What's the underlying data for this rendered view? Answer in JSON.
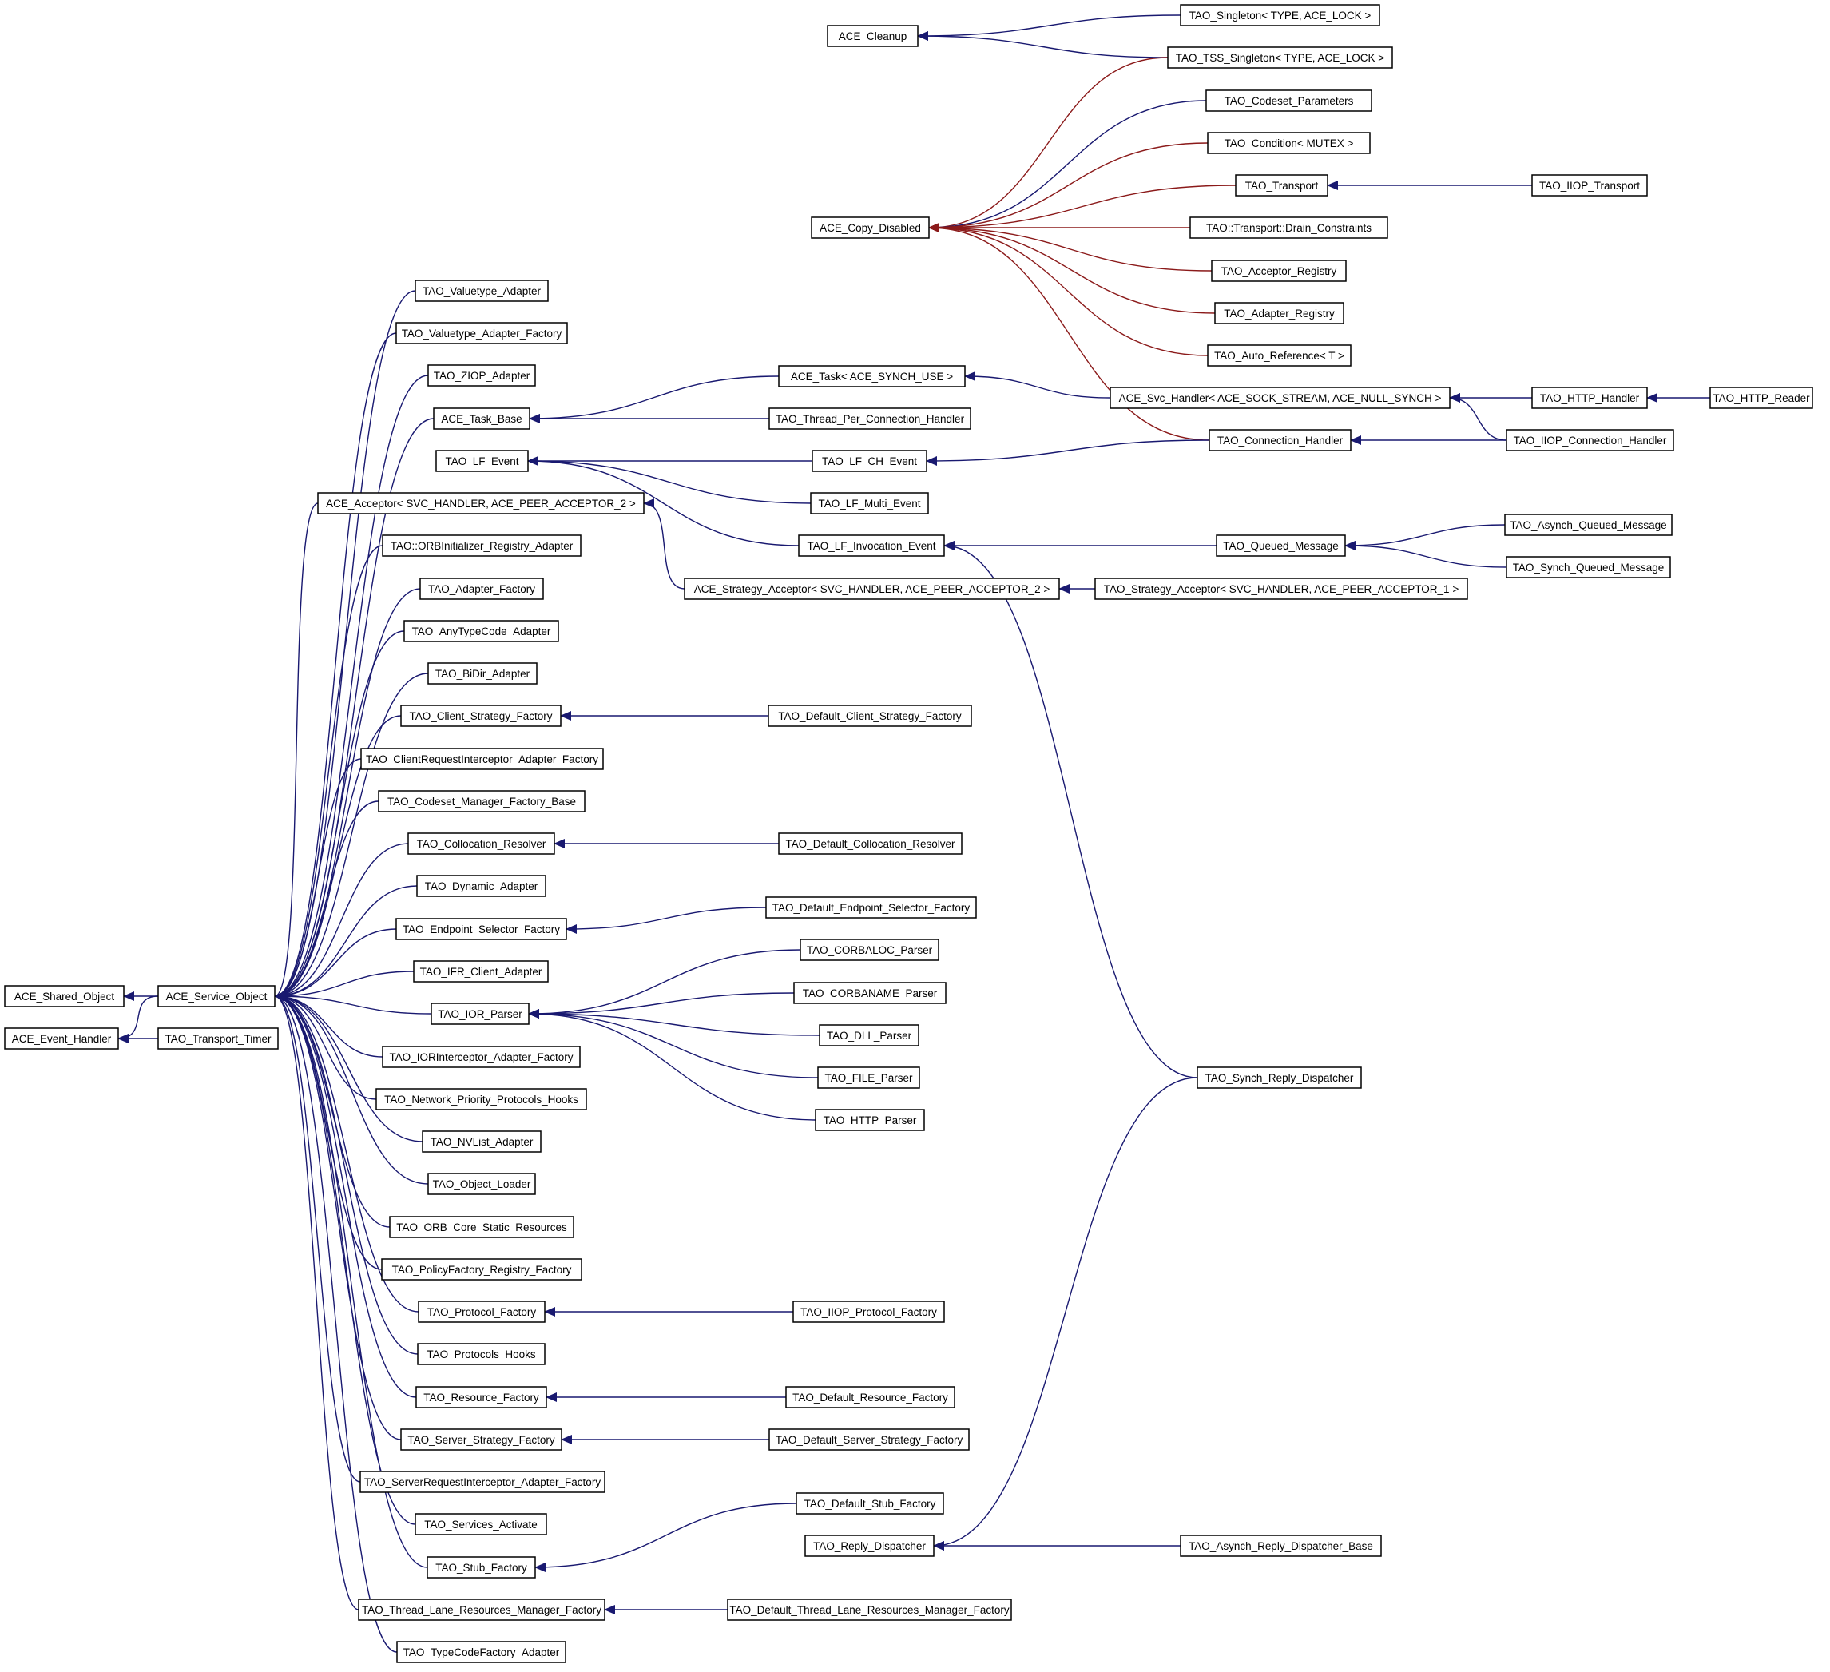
{
  "nodes": {
    "ace_shared_object": "ACE_Shared_Object",
    "ace_event_handler": "ACE_Event_Handler",
    "ace_service_object": "ACE_Service_Object",
    "tao_transport_timer": "TAO_Transport_Timer",
    "tao_valuetype_adapter": "TAO_Valuetype_Adapter",
    "tao_valuetype_adapter_factory": "TAO_Valuetype_Adapter_Factory",
    "tao_ziop_adapter": "TAO_ZIOP_Adapter",
    "ace_task_base": "ACE_Task_Base",
    "tao_lf_event": "TAO_LF_Event",
    "ace_acceptor": "ACE_Acceptor< SVC_HANDLER, ACE_PEER_ACCEPTOR_2 >",
    "tao_orbinitializer_registry_adapter": "TAO::ORBInitializer_Registry_Adapter",
    "tao_adapter_factory": "TAO_Adapter_Factory",
    "tao_anytypecode_adapter": "TAO_AnyTypeCode_Adapter",
    "tao_bidir_adapter": "TAO_BiDir_Adapter",
    "tao_client_strategy_factory": "TAO_Client_Strategy_Factory",
    "tao_clientrequestinterceptor_adapter_factory": "TAO_ClientRequestInterceptor_Adapter_Factory",
    "tao_codeset_manager_factory_base": "TAO_Codeset_Manager_Factory_Base",
    "tao_collocation_resolver": "TAO_Collocation_Resolver",
    "tao_dynamic_adapter": "TAO_Dynamic_Adapter",
    "tao_endpoint_selector_factory": "TAO_Endpoint_Selector_Factory",
    "tao_ifr_client_adapter": "TAO_IFR_Client_Adapter",
    "tao_ior_parser": "TAO_IOR_Parser",
    "tao_iorinterceptor_adapter_factory": "TAO_IORInterceptor_Adapter_Factory",
    "tao_network_priority_protocols_hooks": "TAO_Network_Priority_Protocols_Hooks",
    "tao_nvlist_adapter": "TAO_NVList_Adapter",
    "tao_object_loader": "TAO_Object_Loader",
    "tao_orb_core_static_resources": "TAO_ORB_Core_Static_Resources",
    "tao_policyfactory_registry_factory": "TAO_PolicyFactory_Registry_Factory",
    "tao_protocol_factory": "TAO_Protocol_Factory",
    "tao_protocols_hooks": "TAO_Protocols_Hooks",
    "tao_resource_factory": "TAO_Resource_Factory",
    "tao_server_strategy_factory": "TAO_Server_Strategy_Factory",
    "tao_serverrequestinterceptor_adapter_factory": "TAO_ServerRequestInterceptor_Adapter_Factory",
    "tao_services_activate": "TAO_Services_Activate",
    "tao_stub_factory": "TAO_Stub_Factory",
    "tao_thread_lane_resources_manager_factory": "TAO_Thread_Lane_Resources_Manager_Factory",
    "tao_typecodefactory_adapter": "TAO_TypeCodeFactory_Adapter",
    "ace_cleanup": "ACE_Cleanup",
    "tao_singleton": "TAO_Singleton< TYPE, ACE_LOCK >",
    "tao_tss_singleton": "TAO_TSS_Singleton< TYPE, ACE_LOCK >",
    "ace_copy_disabled": "ACE_Copy_Disabled",
    "tao_codeset_parameters": "TAO_Codeset_Parameters",
    "tao_condition": "TAO_Condition< MUTEX >",
    "tao_transport": "TAO_Transport",
    "tao_iiop_transport": "TAO_IIOP_Transport",
    "tao_drain_constraints": "TAO::Transport::Drain_Constraints",
    "tao_acceptor_registry": "TAO_Acceptor_Registry",
    "tao_adapter_registry": "TAO_Adapter_Registry",
    "tao_auto_reference": "TAO_Auto_Reference< T >",
    "ace_task": "ACE_Task< ACE_SYNCH_USE >",
    "tao_thread_per_connection_handler": "TAO_Thread_Per_Connection_Handler",
    "ace_svc_handler": "ACE_Svc_Handler< ACE_SOCK_STREAM, ACE_NULL_SYNCH >",
    "tao_http_handler": "TAO_HTTP_Handler",
    "tao_http_reader": "TAO_HTTP_Reader",
    "tao_connection_handler": "TAO_Connection_Handler",
    "tao_iiop_connection_handler": "TAO_IIOP_Connection_Handler",
    "tao_lf_ch_event": "TAO_LF_CH_Event",
    "tao_lf_multi_event": "TAO_LF_Multi_Event",
    "tao_lf_invocation_event": "TAO_LF_Invocation_Event",
    "tao_queued_message": "TAO_Queued_Message",
    "tao_asynch_queued_message": "TAO_Asynch_Queued_Message",
    "tao_synch_queued_message": "TAO_Synch_Queued_Message",
    "ace_strategy_acceptor": "ACE_Strategy_Acceptor< SVC_HANDLER, ACE_PEER_ACCEPTOR_2 >",
    "tao_strategy_acceptor": "TAO_Strategy_Acceptor< SVC_HANDLER, ACE_PEER_ACCEPTOR_1 >",
    "tao_default_client_strategy_factory": "TAO_Default_Client_Strategy_Factory",
    "tao_default_collocation_resolver": "TAO_Default_Collocation_Resolver",
    "tao_default_endpoint_selector_factory": "TAO_Default_Endpoint_Selector_Factory",
    "tao_corbaloc_parser": "TAO_CORBALOC_Parser",
    "tao_corbaname_parser": "TAO_CORBANAME_Parser",
    "tao_dll_parser": "TAO_DLL_Parser",
    "tao_file_parser": "TAO_FILE_Parser",
    "tao_http_parser": "TAO_HTTP_Parser",
    "tao_synch_reply_dispatcher": "TAO_Synch_Reply_Dispatcher",
    "tao_iiop_protocol_factory": "TAO_IIOP_Protocol_Factory",
    "tao_default_resource_factory": "TAO_Default_Resource_Factory",
    "tao_default_server_strategy_factory": "TAO_Default_Server_Strategy_Factory",
    "tao_default_stub_factory": "TAO_Default_Stub_Factory",
    "tao_reply_dispatcher": "TAO_Reply_Dispatcher",
    "tao_asynch_reply_dispatcher_base": "TAO_Asynch_Reply_Dispatcher_Base",
    "tao_default_thread_lane_resources_manager_factory": "TAO_Default_Thread_Lane_Resources_Manager_Factory"
  },
  "edges": [
    {
      "from": "ace_service_object",
      "to": "ace_shared_object",
      "kind": "public"
    },
    {
      "from": "ace_service_object",
      "to": "ace_event_handler",
      "kind": "public"
    },
    {
      "from": "tao_transport_timer",
      "to": "ace_event_handler",
      "kind": "public"
    },
    {
      "from": "tao_valuetype_adapter",
      "to": "ace_service_object",
      "kind": "public"
    },
    {
      "from": "tao_valuetype_adapter_factory",
      "to": "ace_service_object",
      "kind": "public"
    },
    {
      "from": "tao_ziop_adapter",
      "to": "ace_service_object",
      "kind": "public"
    },
    {
      "from": "ace_task_base",
      "to": "ace_service_object",
      "kind": "public"
    },
    {
      "from": "ace_acceptor",
      "to": "ace_service_object",
      "kind": "public"
    },
    {
      "from": "tao_orbinitializer_registry_adapter",
      "to": "ace_service_object",
      "kind": "public"
    },
    {
      "from": "tao_adapter_factory",
      "to": "ace_service_object",
      "kind": "public"
    },
    {
      "from": "tao_anytypecode_adapter",
      "to": "ace_service_object",
      "kind": "public"
    },
    {
      "from": "tao_bidir_adapter",
      "to": "ace_service_object",
      "kind": "public"
    },
    {
      "from": "tao_client_strategy_factory",
      "to": "ace_service_object",
      "kind": "public"
    },
    {
      "from": "tao_clientrequestinterceptor_adapter_factory",
      "to": "ace_service_object",
      "kind": "public"
    },
    {
      "from": "tao_codeset_manager_factory_base",
      "to": "ace_service_object",
      "kind": "public"
    },
    {
      "from": "tao_collocation_resolver",
      "to": "ace_service_object",
      "kind": "public"
    },
    {
      "from": "tao_dynamic_adapter",
      "to": "ace_service_object",
      "kind": "public"
    },
    {
      "from": "tao_endpoint_selector_factory",
      "to": "ace_service_object",
      "kind": "public"
    },
    {
      "from": "tao_ifr_client_adapter",
      "to": "ace_service_object",
      "kind": "public"
    },
    {
      "from": "tao_ior_parser",
      "to": "ace_service_object",
      "kind": "public"
    },
    {
      "from": "tao_iorinterceptor_adapter_factory",
      "to": "ace_service_object",
      "kind": "public"
    },
    {
      "from": "tao_network_priority_protocols_hooks",
      "to": "ace_service_object",
      "kind": "public"
    },
    {
      "from": "tao_nvlist_adapter",
      "to": "ace_service_object",
      "kind": "public"
    },
    {
      "from": "tao_object_loader",
      "to": "ace_service_object",
      "kind": "public"
    },
    {
      "from": "tao_orb_core_static_resources",
      "to": "ace_service_object",
      "kind": "public"
    },
    {
      "from": "tao_policyfactory_registry_factory",
      "to": "ace_service_object",
      "kind": "public"
    },
    {
      "from": "tao_protocol_factory",
      "to": "ace_service_object",
      "kind": "public"
    },
    {
      "from": "tao_protocols_hooks",
      "to": "ace_service_object",
      "kind": "public"
    },
    {
      "from": "tao_resource_factory",
      "to": "ace_service_object",
      "kind": "public"
    },
    {
      "from": "tao_server_strategy_factory",
      "to": "ace_service_object",
      "kind": "public"
    },
    {
      "from": "tao_serverrequestinterceptor_adapter_factory",
      "to": "ace_service_object",
      "kind": "public"
    },
    {
      "from": "tao_services_activate",
      "to": "ace_service_object",
      "kind": "public"
    },
    {
      "from": "tao_stub_factory",
      "to": "ace_service_object",
      "kind": "public"
    },
    {
      "from": "tao_thread_lane_resources_manager_factory",
      "to": "ace_service_object",
      "kind": "public"
    },
    {
      "from": "tao_typecodefactory_adapter",
      "to": "ace_service_object",
      "kind": "public"
    },
    {
      "from": "tao_singleton",
      "to": "ace_cleanup",
      "kind": "public"
    },
    {
      "from": "tao_tss_singleton",
      "to": "ace_cleanup",
      "kind": "public"
    },
    {
      "from": "tao_tss_singleton",
      "to": "ace_copy_disabled",
      "kind": "private"
    },
    {
      "from": "tao_codeset_parameters",
      "to": "ace_copy_disabled",
      "kind": "public"
    },
    {
      "from": "tao_condition",
      "to": "ace_copy_disabled",
      "kind": "private"
    },
    {
      "from": "tao_transport",
      "to": "ace_copy_disabled",
      "kind": "private"
    },
    {
      "from": "tao_drain_constraints",
      "to": "ace_copy_disabled",
      "kind": "private"
    },
    {
      "from": "tao_acceptor_registry",
      "to": "ace_copy_disabled",
      "kind": "private"
    },
    {
      "from": "tao_adapter_registry",
      "to": "ace_copy_disabled",
      "kind": "private"
    },
    {
      "from": "tao_auto_reference",
      "to": "ace_copy_disabled",
      "kind": "private"
    },
    {
      "from": "tao_connection_handler",
      "to": "ace_copy_disabled",
      "kind": "private"
    },
    {
      "from": "tao_iiop_transport",
      "to": "tao_transport",
      "kind": "public"
    },
    {
      "from": "ace_task",
      "to": "ace_task_base",
      "kind": "public"
    },
    {
      "from": "tao_thread_per_connection_handler",
      "to": "ace_task_base",
      "kind": "public"
    },
    {
      "from": "ace_svc_handler",
      "to": "ace_task",
      "kind": "public"
    },
    {
      "from": "tao_http_handler",
      "to": "ace_svc_handler",
      "kind": "public"
    },
    {
      "from": "tao_iiop_connection_handler",
      "to": "ace_svc_handler",
      "kind": "public"
    },
    {
      "from": "tao_http_reader",
      "to": "tao_http_handler",
      "kind": "public"
    },
    {
      "from": "tao_iiop_connection_handler",
      "to": "tao_connection_handler",
      "kind": "public"
    },
    {
      "from": "tao_lf_ch_event",
      "to": "tao_lf_event",
      "kind": "public"
    },
    {
      "from": "tao_lf_multi_event",
      "to": "tao_lf_event",
      "kind": "public"
    },
    {
      "from": "tao_lf_invocation_event",
      "to": "tao_lf_event",
      "kind": "public"
    },
    {
      "from": "tao_connection_handler",
      "to": "tao_lf_ch_event",
      "kind": "public"
    },
    {
      "from": "tao_queued_message",
      "to": "tao_lf_invocation_event",
      "kind": "public"
    },
    {
      "from": "tao_synch_reply_dispatcher",
      "to": "tao_lf_invocation_event",
      "kind": "public"
    },
    {
      "from": "tao_asynch_queued_message",
      "to": "tao_queued_message",
      "kind": "public"
    },
    {
      "from": "tao_synch_queued_message",
      "to": "tao_queued_message",
      "kind": "public"
    },
    {
      "from": "ace_strategy_acceptor",
      "to": "ace_acceptor",
      "kind": "public"
    },
    {
      "from": "tao_strategy_acceptor",
      "to": "ace_strategy_acceptor",
      "kind": "public"
    },
    {
      "from": "tao_default_client_strategy_factory",
      "to": "tao_client_strategy_factory",
      "kind": "public"
    },
    {
      "from": "tao_default_collocation_resolver",
      "to": "tao_collocation_resolver",
      "kind": "public"
    },
    {
      "from": "tao_default_endpoint_selector_factory",
      "to": "tao_endpoint_selector_factory",
      "kind": "public"
    },
    {
      "from": "tao_corbaloc_parser",
      "to": "tao_ior_parser",
      "kind": "public"
    },
    {
      "from": "tao_corbaname_parser",
      "to": "tao_ior_parser",
      "kind": "public"
    },
    {
      "from": "tao_dll_parser",
      "to": "tao_ior_parser",
      "kind": "public"
    },
    {
      "from": "tao_file_parser",
      "to": "tao_ior_parser",
      "kind": "public"
    },
    {
      "from": "tao_http_parser",
      "to": "tao_ior_parser",
      "kind": "public"
    },
    {
      "from": "tao_iiop_protocol_factory",
      "to": "tao_protocol_factory",
      "kind": "public"
    },
    {
      "from": "tao_default_resource_factory",
      "to": "tao_resource_factory",
      "kind": "public"
    },
    {
      "from": "tao_default_server_strategy_factory",
      "to": "tao_server_strategy_factory",
      "kind": "public"
    },
    {
      "from": "tao_default_stub_factory",
      "to": "tao_stub_factory",
      "kind": "public"
    },
    {
      "from": "tao_synch_reply_dispatcher",
      "to": "tao_reply_dispatcher",
      "kind": "public"
    },
    {
      "from": "tao_asynch_reply_dispatcher_base",
      "to": "tao_reply_dispatcher",
      "kind": "public"
    },
    {
      "from": "tao_default_thread_lane_resources_manager_factory",
      "to": "tao_thread_lane_resources_manager_factory",
      "kind": "public"
    }
  ],
  "colors": {
    "public_edge": "#191970",
    "private_edge": "#8b1a1a",
    "node_border": "#000000",
    "background": "#ffffff"
  }
}
